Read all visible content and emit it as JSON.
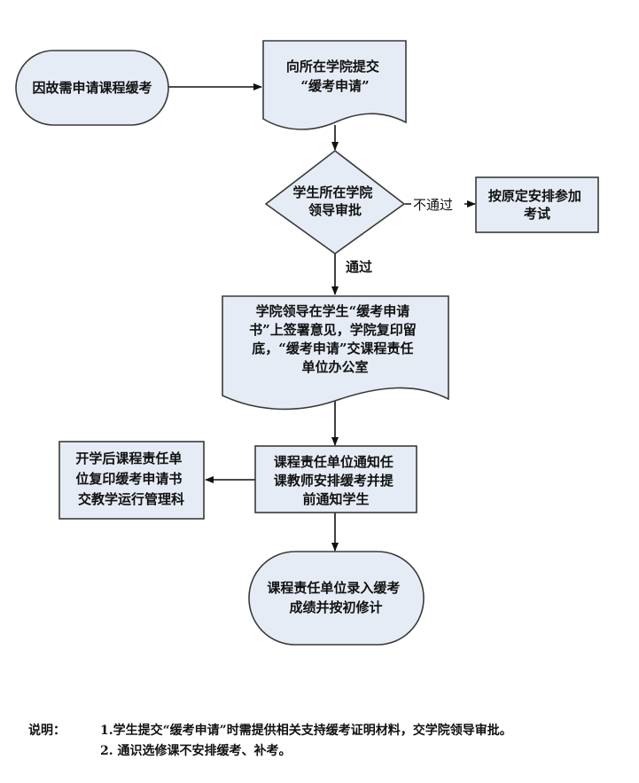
{
  "diagram": {
    "type": "flowchart",
    "colors": {
      "node_fill": "#e6ecf6",
      "node_stroke": "#3a3a3a",
      "edge": "#111111",
      "text": "#111111"
    },
    "nodes": [
      {
        "id": "start",
        "shape": "terminator",
        "lines": [
          "因故需申请课程缓考"
        ]
      },
      {
        "id": "submit",
        "shape": "document",
        "lines": [
          "向所在学院提交",
          "“缓考申请”"
        ]
      },
      {
        "id": "approve",
        "shape": "decision",
        "lines": [
          "学生所在学院",
          "领导审批"
        ]
      },
      {
        "id": "reject",
        "shape": "process",
        "lines": [
          "按原定安排参加",
          "考试"
        ]
      },
      {
        "id": "sign",
        "shape": "document",
        "lines": [
          "学院领导在学生“缓考申请",
          "书”上签署意见，学院复印留",
          "底，“缓考申请”交课程责任",
          "单位办公室"
        ]
      },
      {
        "id": "notify",
        "shape": "process",
        "lines": [
          "课程责任单位通知任",
          "课教师安排缓考并提",
          "前通知学生"
        ]
      },
      {
        "id": "archive",
        "shape": "process",
        "lines": [
          "开学后课程责任单",
          "位复印缓考申请书",
          "交教学运行管理科"
        ]
      },
      {
        "id": "end",
        "shape": "terminator",
        "lines": [
          "课程责任单位录入缓考",
          "成绩并按初修计"
        ]
      }
    ],
    "edges": [
      {
        "from": "start",
        "to": "submit",
        "label": ""
      },
      {
        "from": "submit",
        "to": "approve",
        "label": ""
      },
      {
        "from": "approve",
        "to": "reject",
        "label": "不通过"
      },
      {
        "from": "approve",
        "to": "sign",
        "label": "通过"
      },
      {
        "from": "sign",
        "to": "notify",
        "label": ""
      },
      {
        "from": "notify",
        "to": "archive",
        "label": ""
      },
      {
        "from": "notify",
        "to": "end",
        "label": ""
      }
    ]
  },
  "notes": {
    "label": "说明：",
    "items": [
      "1.学生提交“缓考申请”时需提供相关支持缓考证明材料，交学院领导审批。",
      "2. 通识选修课不安排缓考、补考。"
    ]
  }
}
